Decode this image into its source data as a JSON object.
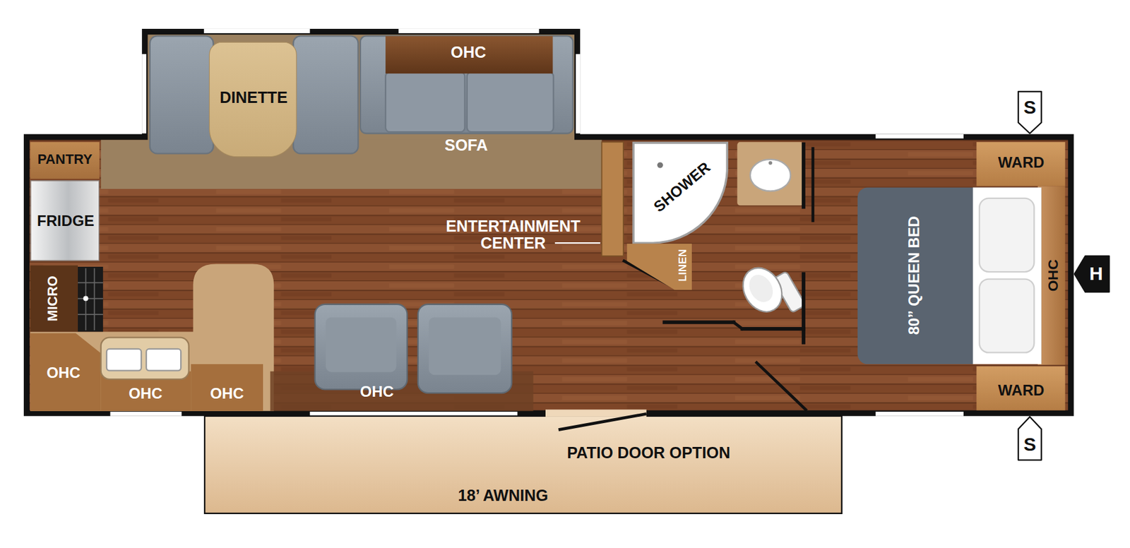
{
  "diagram": {
    "nodes": [
      {
        "text": [
          "DINETTE"
        ]
      },
      {
        "text": [
          "S"
        ]
      },
      {
        "text": [
          "PANTRY"
        ]
      },
      {
        "text": [
          "FRIDGE"
        ]
      },
      {
        "text": [
          "SHOWER"
        ]
      },
      {
        "text": [
          "WARD"
        ]
      },
      {
        "text": [
          "LINEN"
        ]
      },
      {
        "text": [
          "80” QUEEN BED"
        ]
      },
      {
        "text": [
          "H"
        ]
      },
      {
        "text": [
          "MICRO"
        ]
      },
      {
        "text": [
          "WARD"
        ]
      },
      {
        "text": [
          "S"
        ]
      },
      {
        "text": [
          "PATIO DOOR OPTION",
          "18’ AWNING"
        ]
      }
    ],
    "labels": [
      "OHC",
      "SOFA",
      "ENTERTAINMENT CENTER",
      "OHC",
      "OHC",
      "OHC",
      "OHC",
      "OHC"
    ]
  }
}
